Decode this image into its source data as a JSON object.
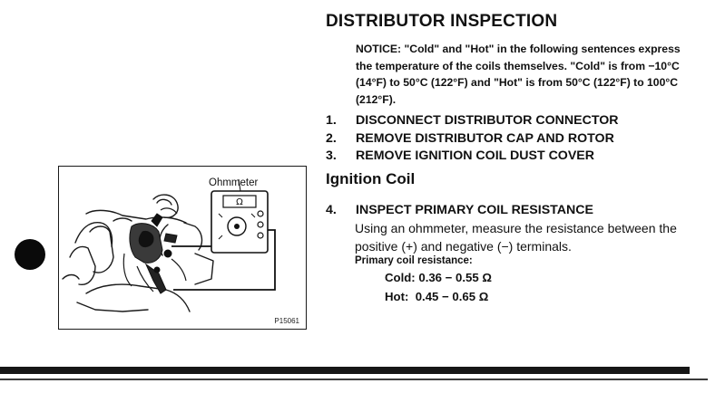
{
  "page": {
    "title": "DISTRIBUTOR INSPECTION",
    "notice": "NOTICE: \"Cold\" and \"Hot\" in the following sentences express the temperature of the coils themselves. \"Cold\" is from −10°C (14°F) to 50°C (122°F) and \"Hot\" is from 50°C (122°F) to 100°C (212°F).",
    "steps": [
      {
        "number": "1.",
        "text": "DISCONNECT DISTRIBUTOR CONNECTOR"
      },
      {
        "number": "2.",
        "text": "REMOVE DISTRIBUTOR CAP AND ROTOR"
      },
      {
        "number": "3.",
        "text": "REMOVE IGNITION COIL DUST COVER"
      }
    ],
    "section_title": "Ignition Coil",
    "step4": {
      "number": "4.",
      "heading": "INSPECT PRIMARY COIL RESISTANCE",
      "text": "Using an ohmmeter, measure the resistance between the positive (+) and negative (−) terminals.",
      "spec_heading": "Primary coil resistance:",
      "cold": "Cold: 0.36 − 0.55 Ω",
      "hot": "Hot:  0.45 − 0.65 Ω"
    }
  },
  "figure": {
    "meter_label": "Ohmmeter",
    "meter_symbol": "Ω",
    "code": "P15061"
  },
  "colors": {
    "ink": "#111111",
    "paper": "#ffffff"
  }
}
